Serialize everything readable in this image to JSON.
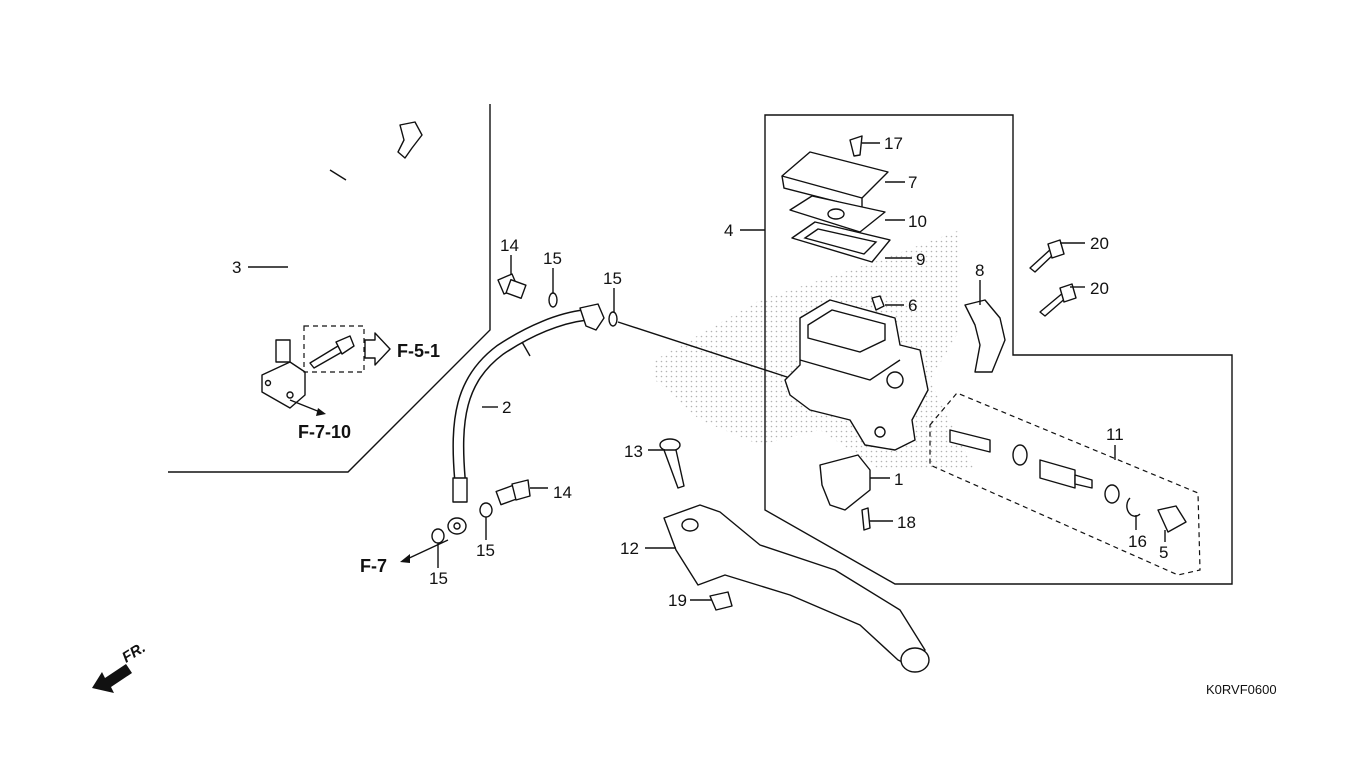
{
  "diagram": {
    "code": "K0RVF0600",
    "front_marker": "FR.",
    "references": {
      "f51": "F-5-1",
      "f710": "F-7-10",
      "f7": "F-7"
    },
    "callouts": {
      "c1": "1",
      "c2": "2",
      "c3": "3",
      "c4": "4",
      "c5": "5",
      "c6": "6",
      "c7": "7",
      "c8": "8",
      "c9": "9",
      "c10": "10",
      "c11": "11",
      "c12": "12",
      "c13": "13",
      "c14a": "14",
      "c14b": "14",
      "c15a": "15",
      "c15b": "15",
      "c15c": "15",
      "c15d": "15",
      "c16": "16",
      "c17": "17",
      "c18": "18",
      "c19": "19",
      "c20a": "20",
      "c20b": "20"
    }
  }
}
